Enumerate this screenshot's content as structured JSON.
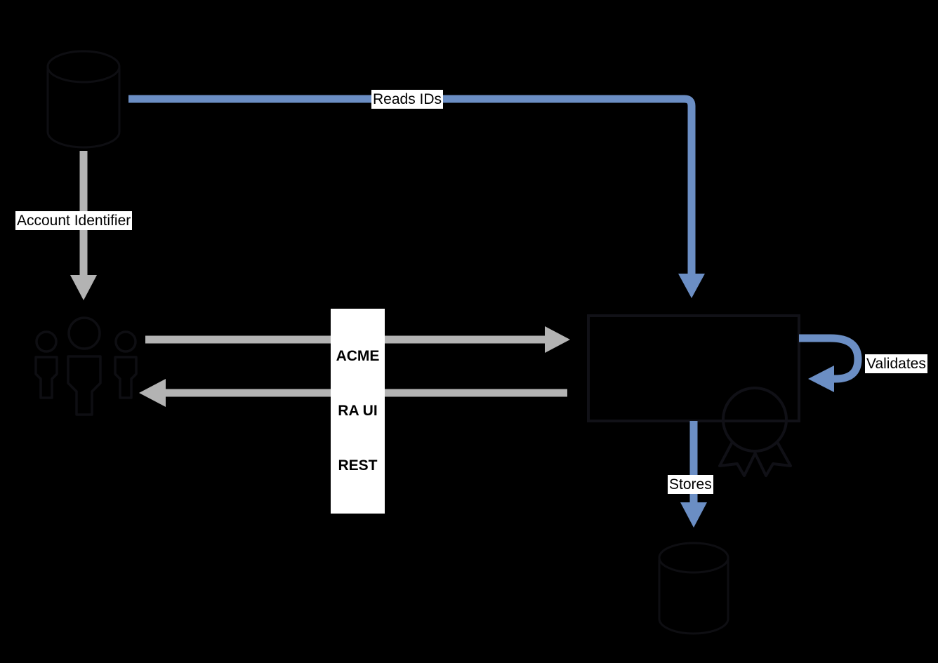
{
  "diagram": {
    "type": "flow-diagram",
    "background_color": "#000000",
    "stroke_dark": "#0d0d10",
    "accent_blue": "#6b8ec4",
    "accent_gray": "#b3b3b3",
    "label_bg": "#ffffff",
    "label_fg": "#000000",
    "nodes": [
      {
        "id": "source-database",
        "shape": "cylinder",
        "label": ""
      },
      {
        "id": "users-group",
        "shape": "people",
        "label": ""
      },
      {
        "id": "acme-ra-service",
        "shape": "rectangle",
        "label": ""
      },
      {
        "id": "certificate-document",
        "shape": "certificate-scroll",
        "label": ""
      },
      {
        "id": "award-seal",
        "shape": "award-rosette",
        "label": ""
      },
      {
        "id": "target-database",
        "shape": "cylinder",
        "label": ""
      }
    ],
    "edges": [
      {
        "id": "reads-ids",
        "label": "Reads IDs",
        "color": "#6b8ec4",
        "from": "source-database",
        "to": "acme-ra-service"
      },
      {
        "id": "account-identifier",
        "label": "Account Identifier",
        "color": "#b3b3b3",
        "from": "source-database",
        "to": "users-group"
      },
      {
        "id": "acme-ra-ui-rest",
        "label": "ACME\nRA UI\nREST",
        "label_lines": [
          "ACME",
          "RA UI",
          "REST"
        ],
        "color": "#b3b3b3",
        "from": "users-group",
        "to": "acme-ra-service",
        "bold": true
      },
      {
        "id": "response",
        "label": "",
        "color": "#b3b3b3",
        "from": "acme-ra-service",
        "to": "users-group"
      },
      {
        "id": "validates",
        "label": "Validates",
        "color": "#6b8ec4",
        "from": "acme-ra-service",
        "to": "acme-ra-service",
        "self_loop": true
      },
      {
        "id": "stores",
        "label": "Stores",
        "color": "#6b8ec4",
        "from": "acme-ra-service",
        "to": "target-database"
      }
    ]
  },
  "labels": {
    "reads_ids": "Reads IDs",
    "account_identifier": "Account Identifier",
    "acme_line1": "ACME",
    "acme_line2": "RA UI",
    "acme_line3": "REST",
    "validates": "Validates",
    "stores": "Stores"
  }
}
